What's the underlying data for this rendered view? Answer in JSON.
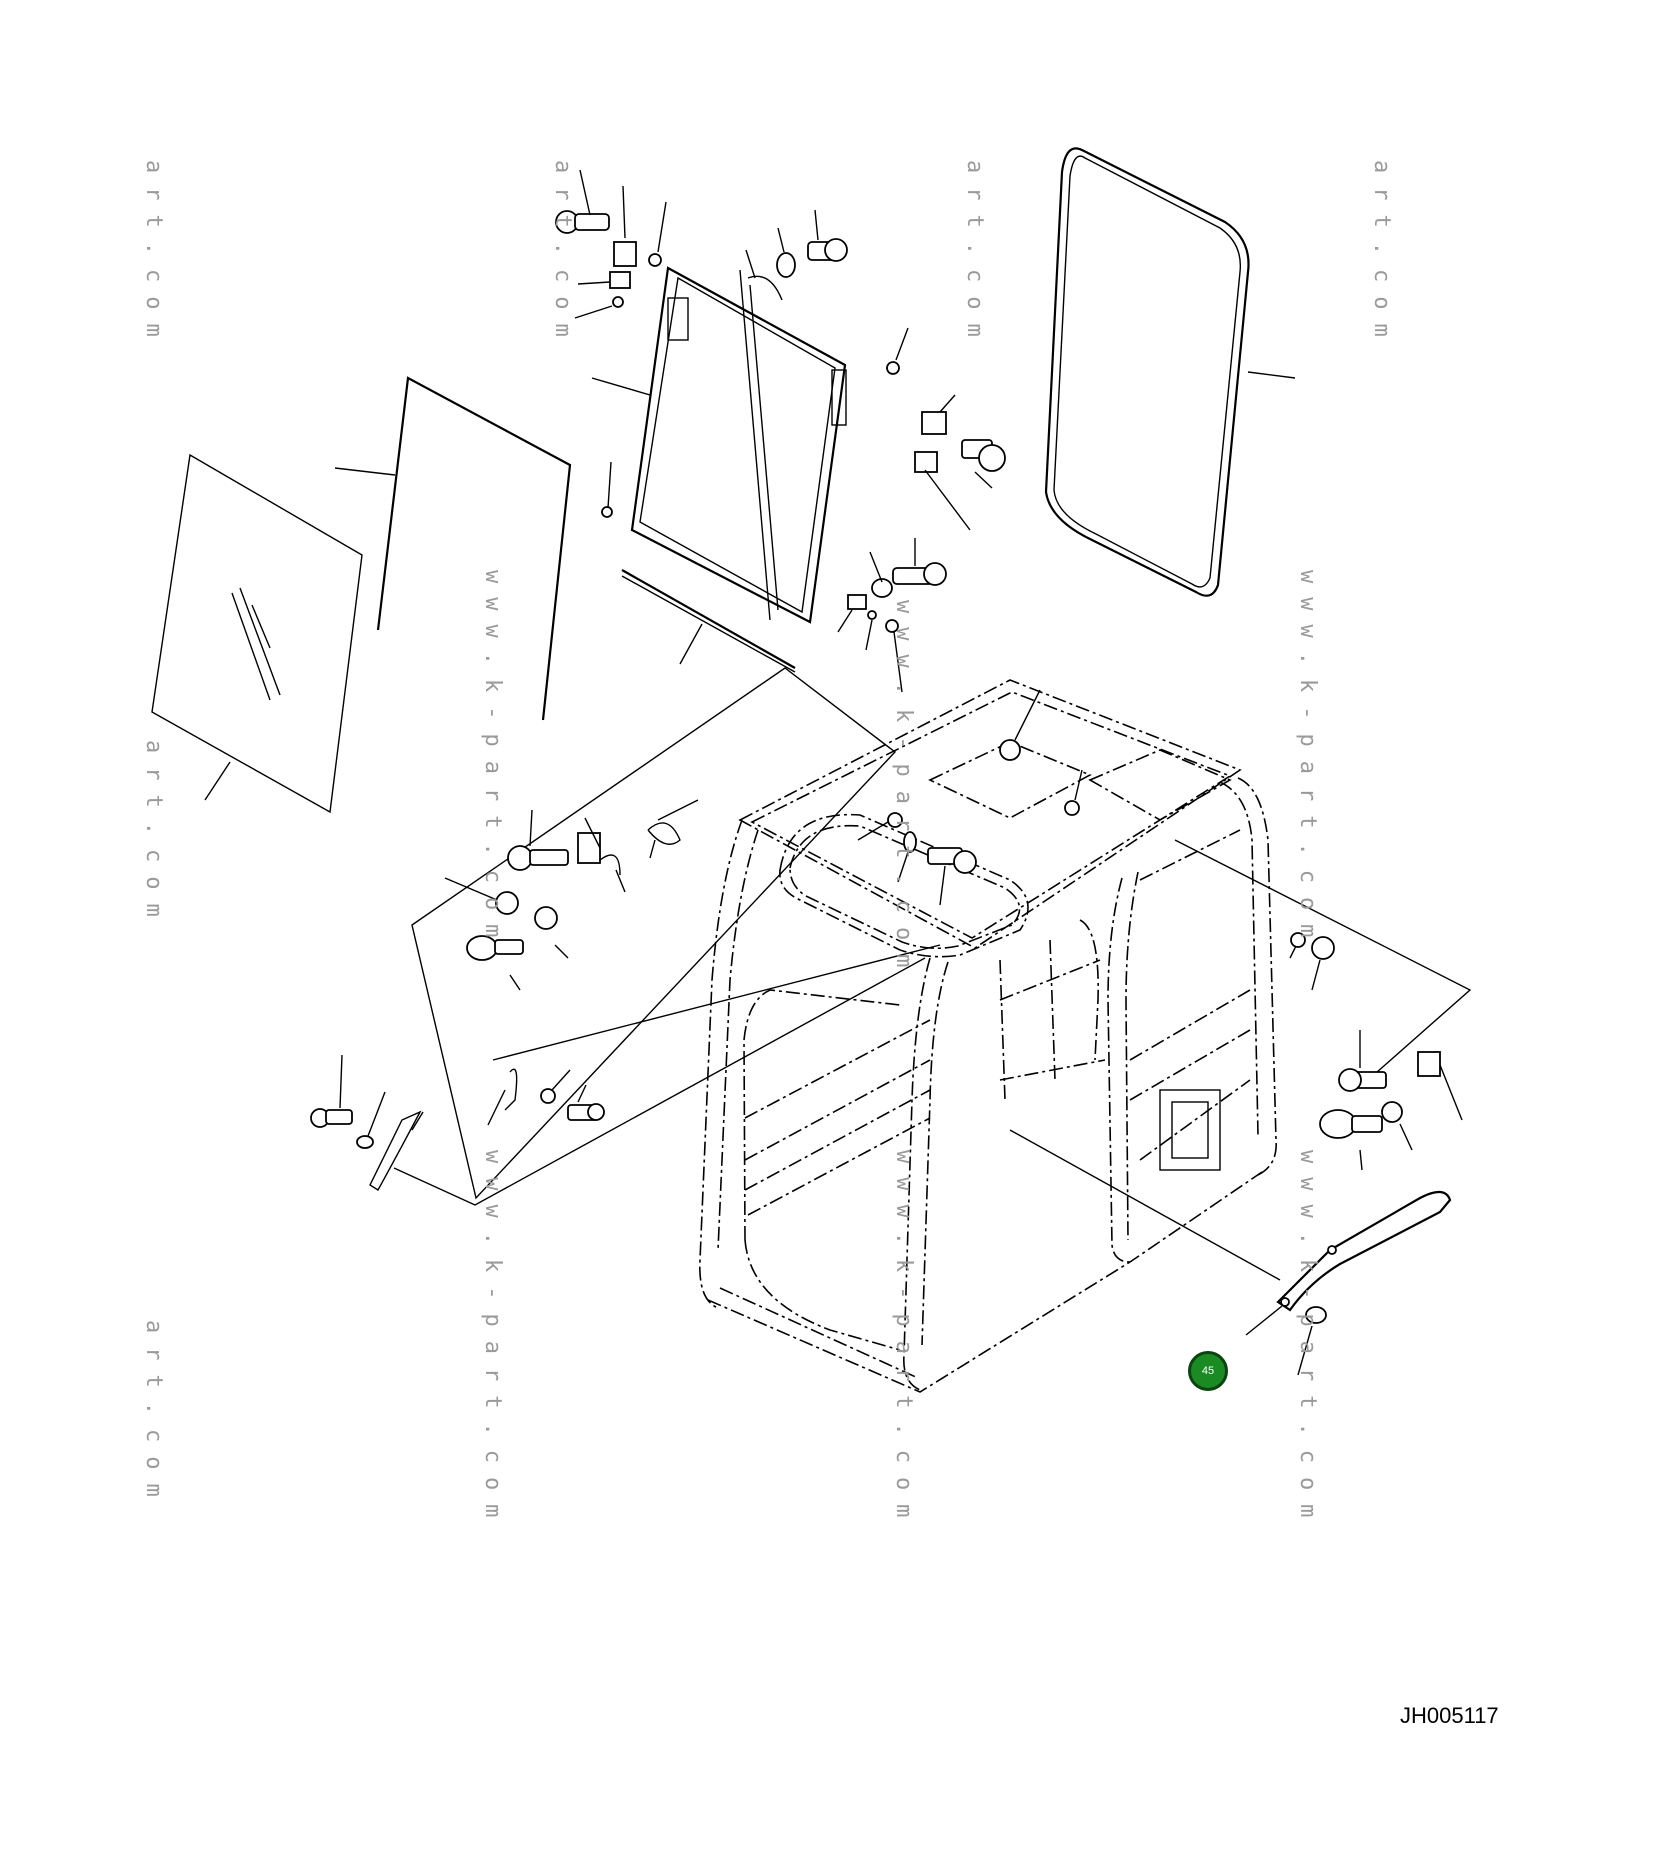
{
  "diagram": {
    "code": "JH005117",
    "callouts": [
      {
        "id": "45",
        "label": "45",
        "color": "#1a8a23"
      }
    ],
    "watermark_text": {
      "full": "www.k-part.com",
      "partial": "art.com"
    }
  }
}
